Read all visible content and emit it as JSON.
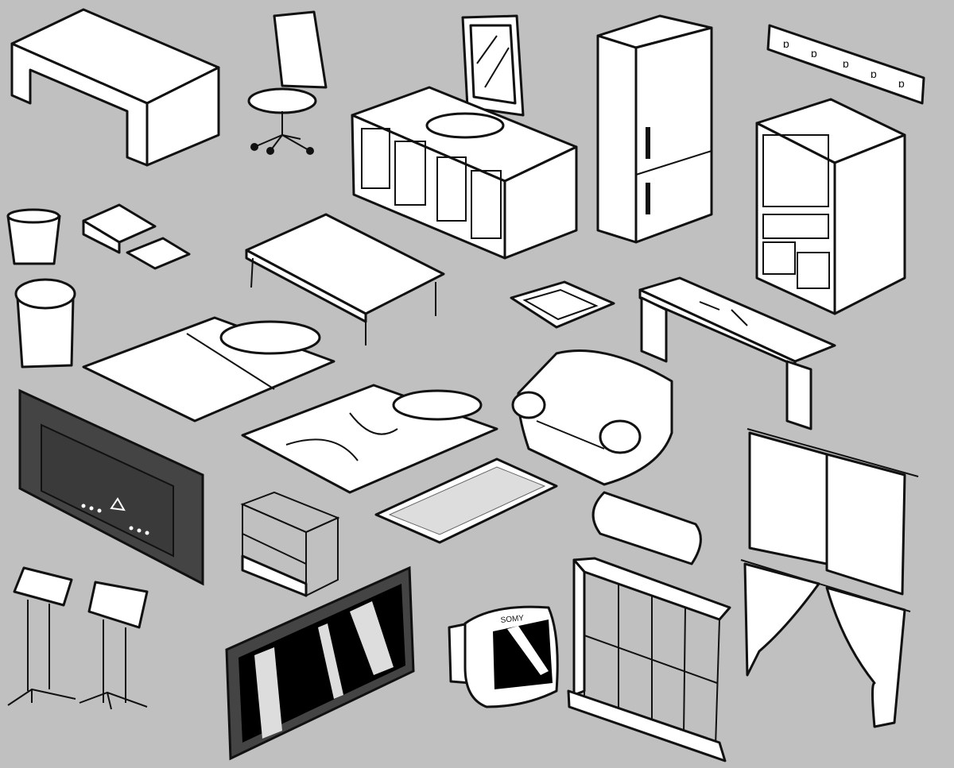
{
  "sheet": {
    "background_color": "#c0c0c0",
    "tv_brand_label": "SOMY",
    "items": [
      "desk",
      "office-chair",
      "vanity-mirror",
      "bathroom-vanity",
      "refrigerator",
      "coat-hook-rail",
      "cupboard",
      "wastebasket",
      "paper-stack",
      "coffee-table",
      "wall-sink",
      "workbench",
      "trash-can",
      "futon-bed",
      "messy-futon",
      "armchair",
      "wall-tv",
      "display-case",
      "rug",
      "bolster-cushion",
      "curtains-closed",
      "music-stands",
      "painting",
      "crt-tv",
      "window",
      "curtains-open"
    ]
  }
}
